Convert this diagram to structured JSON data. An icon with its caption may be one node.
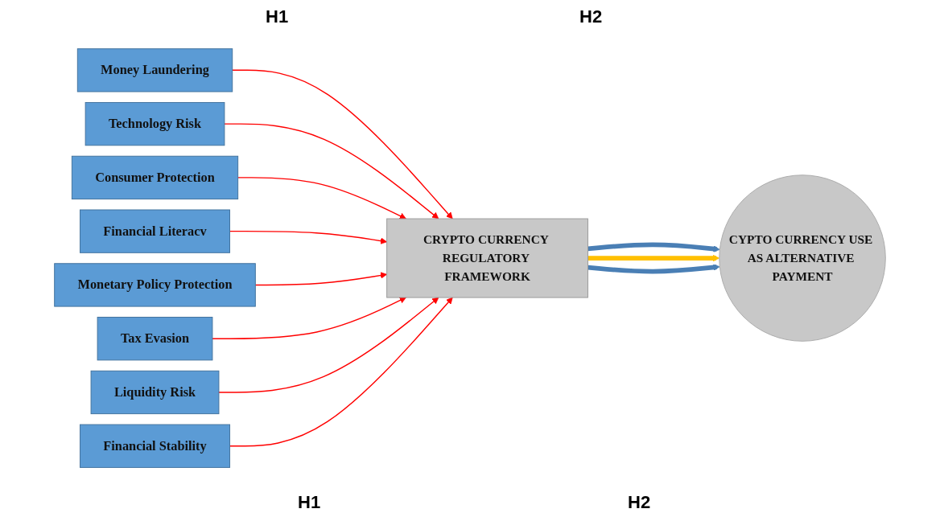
{
  "diagram": {
    "nodes": [
      {
        "text": [
          "Money Laundering"
        ]
      },
      {
        "text": [
          "Technology Risk"
        ]
      },
      {
        "text": [
          "Consumer Protection"
        ]
      },
      {
        "text": [
          "Financial Literacv"
        ]
      },
      {
        "text": [
          "Monetary Policy Protection"
        ]
      },
      {
        "text": [
          "Tax Evasion"
        ]
      },
      {
        "text": [
          "Liquidity Risk"
        ]
      },
      {
        "text": [
          "Financial Stability"
        ]
      },
      {
        "text": [
          "CRYPTO CURRENCY REGULATORY FRAMEWORK"
        ]
      },
      {
        "text": [
          "CYPTO CURRENCY USE AS ALTERNATIVE PAYMENT"
        ]
      }
    ],
    "edges": [
      {
        "from": 0,
        "to": 8,
        "arrow": "to"
      },
      {
        "from": 1,
        "to": 8,
        "arrow": "to"
      },
      {
        "from": 2,
        "to": 8,
        "arrow": "to"
      },
      {
        "from": 3,
        "to": 8,
        "arrow": "to"
      },
      {
        "from": 4,
        "to": 8,
        "arrow": "to"
      },
      {
        "from": 5,
        "to": 8,
        "arrow": "to"
      },
      {
        "from": 6,
        "to": 8,
        "arrow": "to"
      },
      {
        "from": 7,
        "to": 8,
        "arrow": "to"
      },
      {
        "from": 8,
        "to": 9,
        "arrow": "to",
        "style": "thick",
        "color": "#4a7fb5"
      },
      {
        "from": 8,
        "to": 9,
        "arrow": "to",
        "style": "thick",
        "color": "#ffc000"
      },
      {
        "from": 8,
        "to": 9,
        "arrow": "to",
        "style": "thick",
        "color": "#4a7fb5"
      }
    ],
    "labels": [
      "H1",
      "H2",
      "H1",
      "H2"
    ]
  }
}
